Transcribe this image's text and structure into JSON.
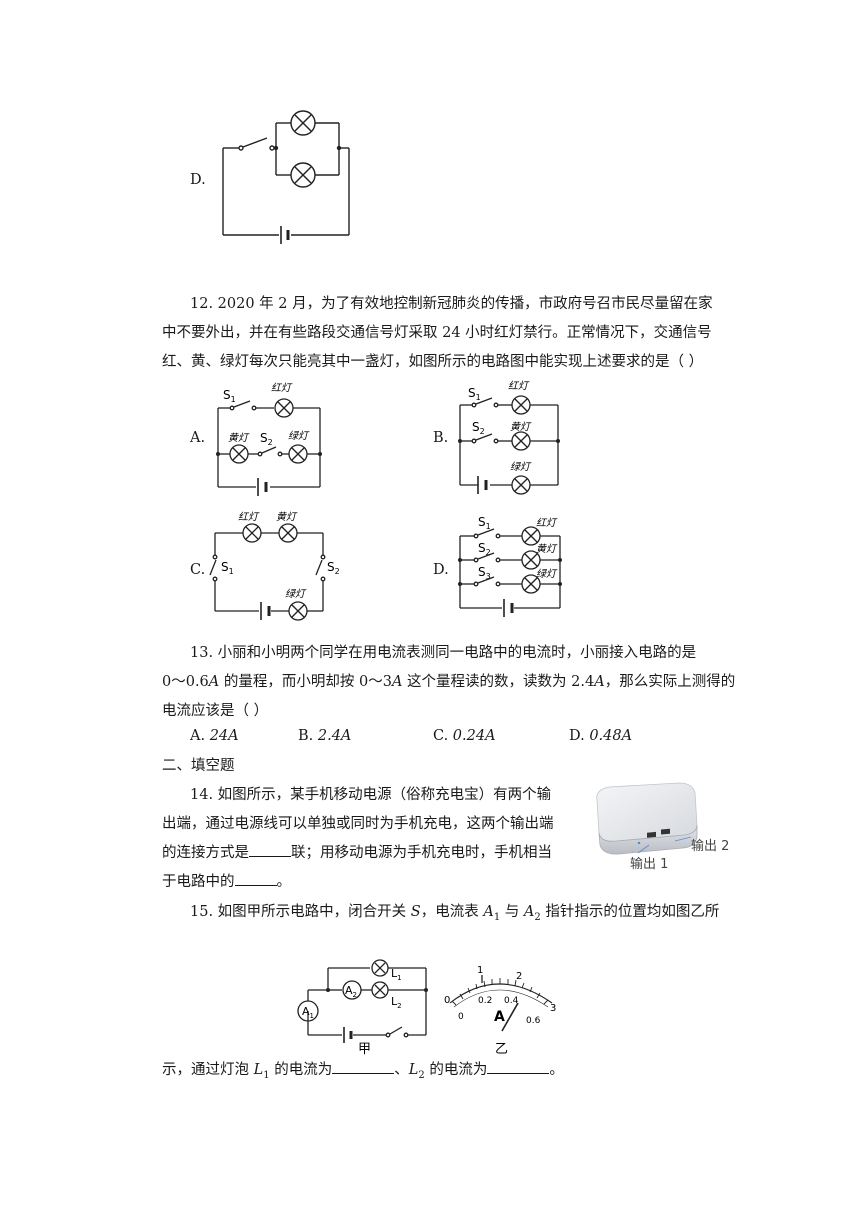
{
  "q11": {
    "option_d_label": "D."
  },
  "q12": {
    "line1": "12.  2020 年 2 月，为了有效地控制新冠肺炎的传播，市政府号召市民尽量留在家",
    "line2": "中不要外出，并在有些路段交通信号灯采取 24 小时红灯禁行。正常情况下，交通信号",
    "line3": "红、黄、绿灯每次只能亮其中一盏灯，如图所示的电路图中能实现上述要求的是（        ）",
    "options": [
      "A.",
      "B.",
      "C.",
      "D."
    ],
    "labels": {
      "red": "红灯",
      "yellow": "黄灯",
      "green": "绿灯",
      "s1": "S",
      "s2": "S",
      "s3": "S",
      "sub1": "1",
      "sub2": "2",
      "sub3": "3"
    }
  },
  "q13": {
    "line1": "13.  小丽和小明两个同学在用电流表测同一电路中的电流时，小丽接入电路的是",
    "line2_a": "0～0.6",
    "line2_unit1": "A",
    "line2_b": " 的量程，而小明却按 0～3",
    "line2_unit2": "A",
    "line2_c": " 这个量程读的数，读数为 2.4",
    "line2_unit3": "A",
    "line2_d": "，那么实际上测得的",
    "line3": "电流应该是（        ）",
    "options": [
      {
        "letter": "A. ",
        "value": "24A"
      },
      {
        "letter": "B. ",
        "value": "2.4A"
      },
      {
        "letter": "C. ",
        "value": "0.24A"
      },
      {
        "letter": "D. ",
        "value": "0.48A"
      }
    ]
  },
  "section2": {
    "title": "二、填空题"
  },
  "q14": {
    "line1": "14.  如图所示，某手机移动电源（俗称充电宝）有两个输",
    "line2": "出端，通过电源线可以单独或同时为手机充电，这两个输出端",
    "line3_a": "的连接方式是",
    "line3_b": "联；用移动电源为手机充电时，手机相当",
    "line4_a": "于电路中的",
    "line4_b": "。",
    "output1": "输出 1",
    "output2": "输出 2"
  },
  "q15": {
    "line1_a": "15.  如图甲所示电路中，闭合开关 ",
    "line1_s": "S",
    "line1_b": "，电流表 ",
    "line1_a1": "A",
    "line1_a1sub": "1",
    "line1_c": " 与 ",
    "line1_a2": "A",
    "line1_a2sub": "2",
    "line1_d": " 指针指示的位置均如图乙所",
    "line2_a": "示，通过灯泡 ",
    "line2_l1": "L",
    "line2_l1sub": "1",
    "line2_b": " 的电流为",
    "line2_c": "、",
    "line2_l2": "L",
    "line2_l2sub": "2",
    "line2_d": " 的电流为",
    "line2_e": "。",
    "fig_jia": "甲",
    "fig_yi": "乙",
    "meter": {
      "unit": "A",
      "upper_scale": [
        "0",
        "1",
        "2",
        "3"
      ],
      "lower_scale": [
        "0",
        "0.2",
        "0.4",
        "0.6"
      ],
      "a1": "A",
      "a1sub": "1",
      "a2": "A",
      "a2sub": "2",
      "l1": "L",
      "l1sub": "1",
      "l2": "L",
      "l2sub": "2"
    }
  }
}
